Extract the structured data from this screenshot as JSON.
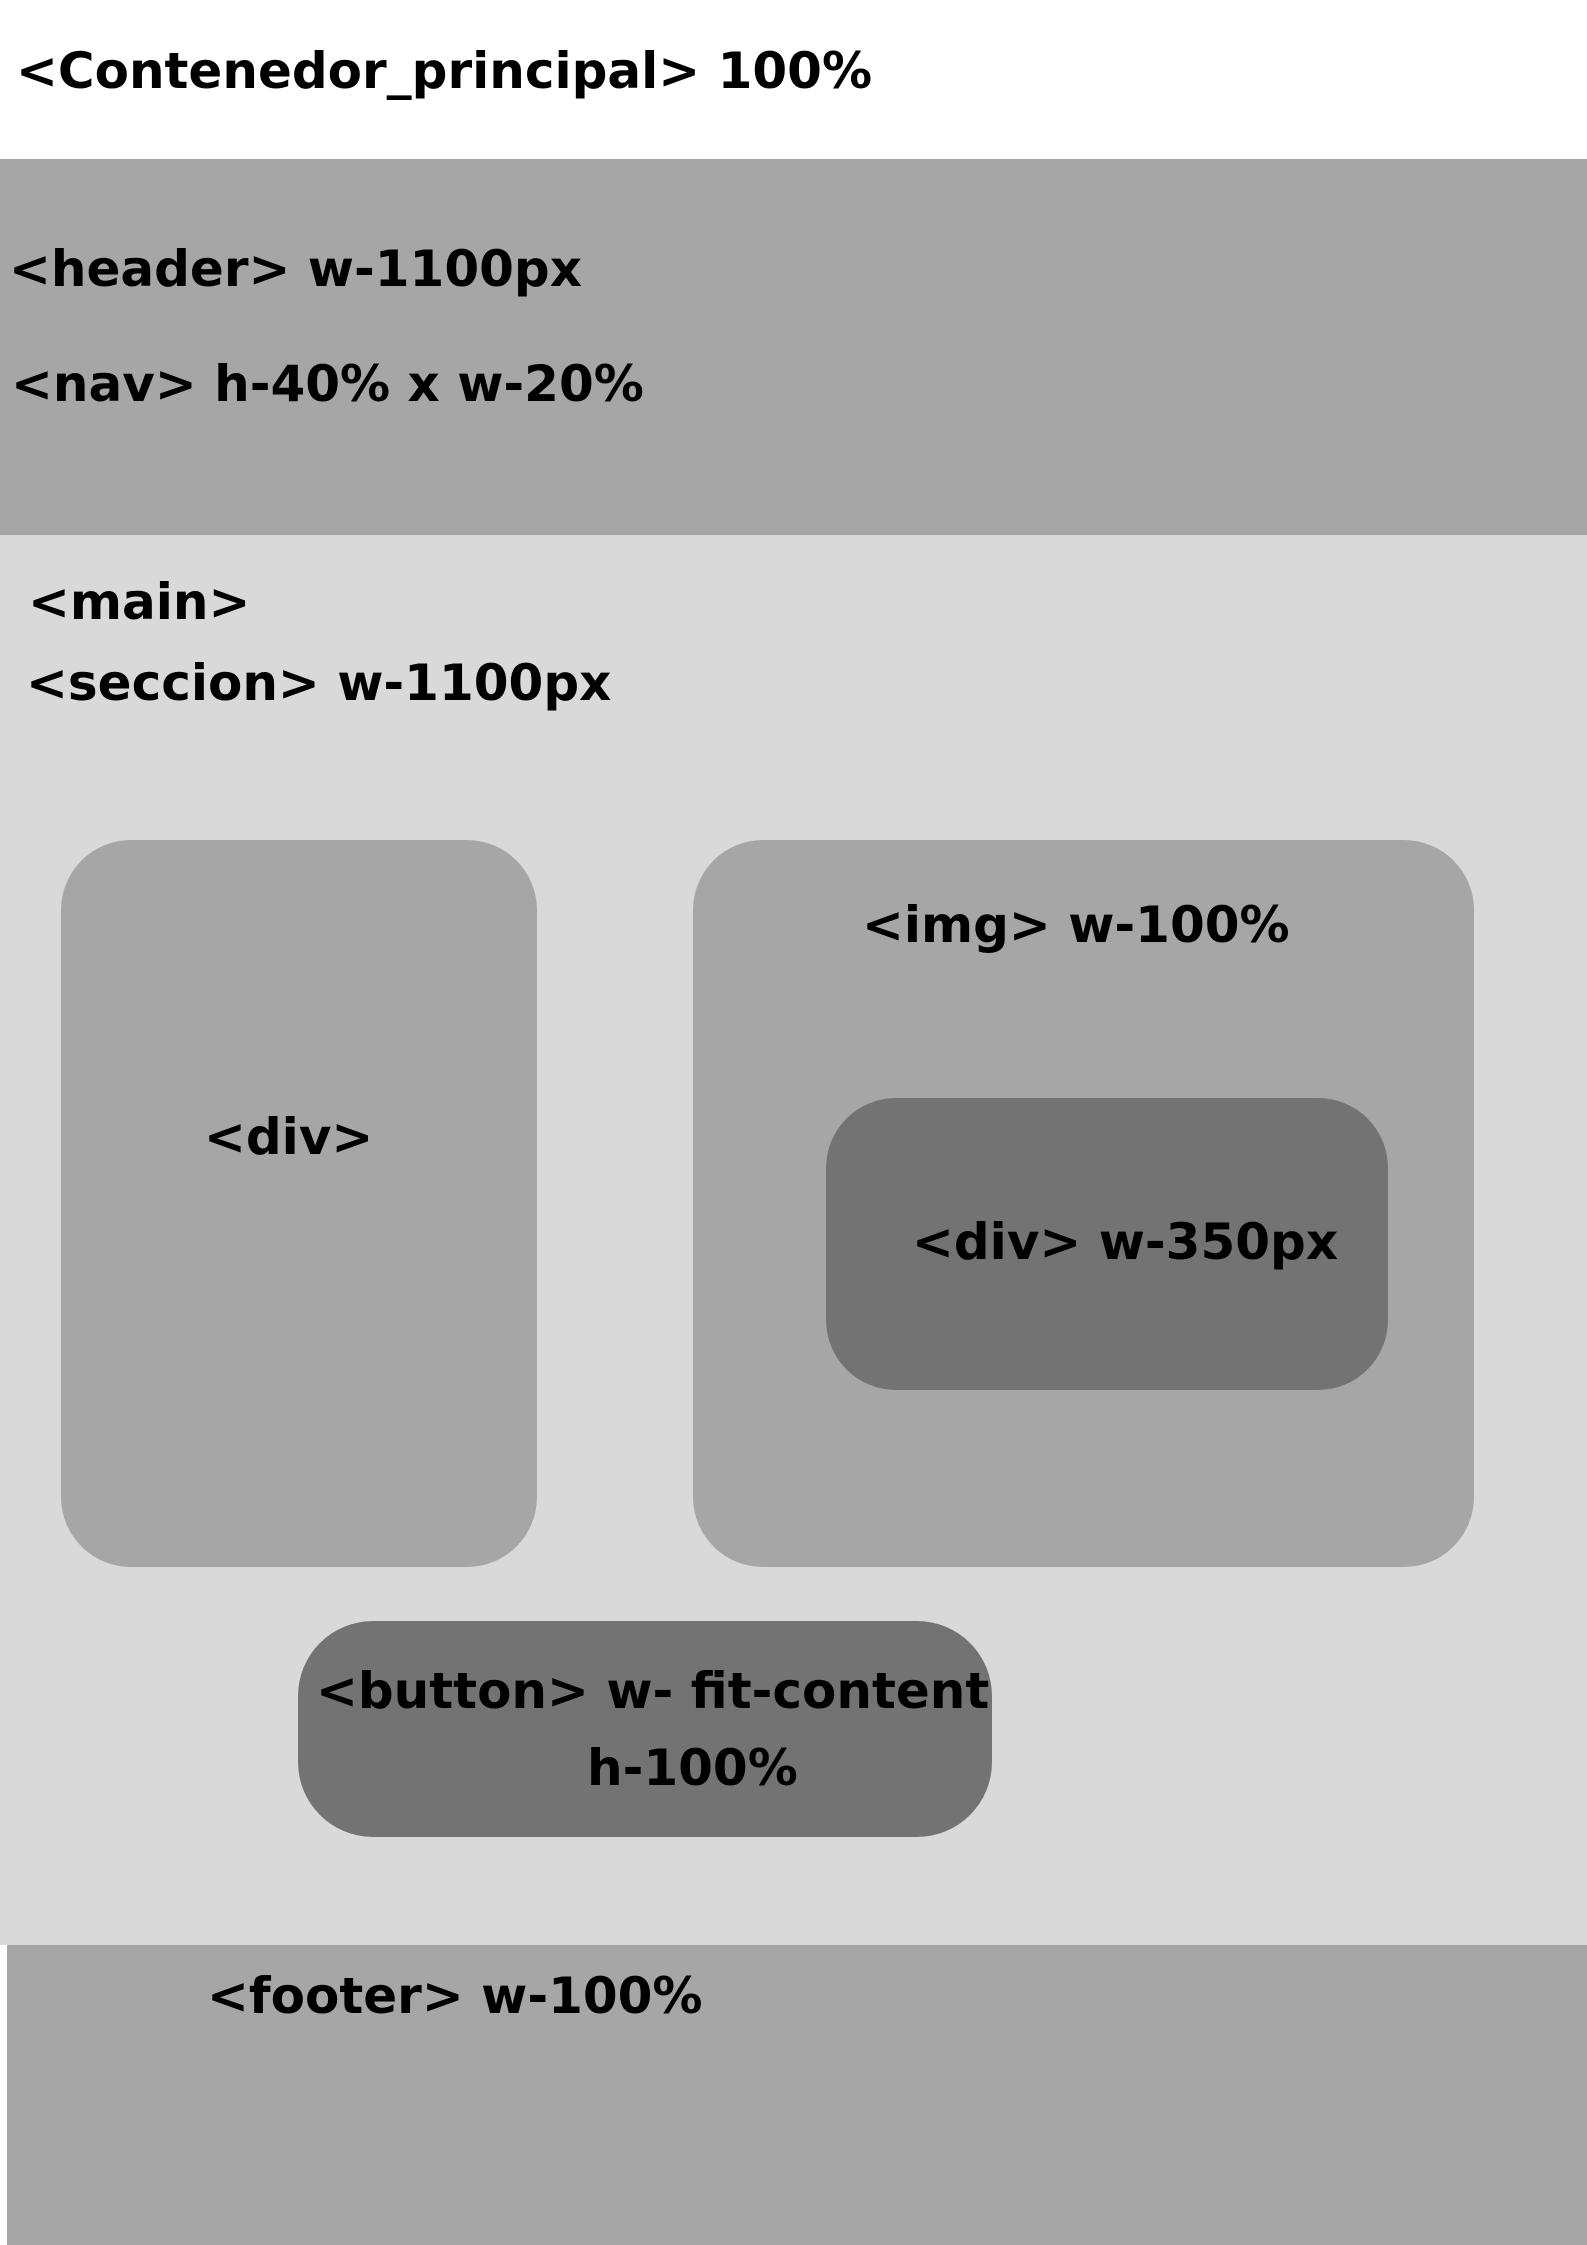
{
  "title": "<Contenedor_principal> 100%",
  "header": {
    "header_label": "<header> w-1100px",
    "nav_label": "<nav> h-40% x w-20%",
    "fill_color": "#a6a6a6"
  },
  "main": {
    "main_label": "<main>",
    "seccion_label": "<seccion>  w-1100px",
    "fill_color": "#d9d9d9",
    "left_div": {
      "label": "<div>"
    },
    "img_box": {
      "label": "<img> w-100%",
      "inner_div": {
        "label": "<div> w-350px",
        "fill_color": "#737373"
      }
    },
    "button_box": {
      "label_line1": "<button> w- fit-content",
      "label_line2": "h-100%",
      "fill_color": "#737373"
    }
  },
  "footer": {
    "label": "<footer> w-100%",
    "fill_color": "#a6a6a6"
  }
}
